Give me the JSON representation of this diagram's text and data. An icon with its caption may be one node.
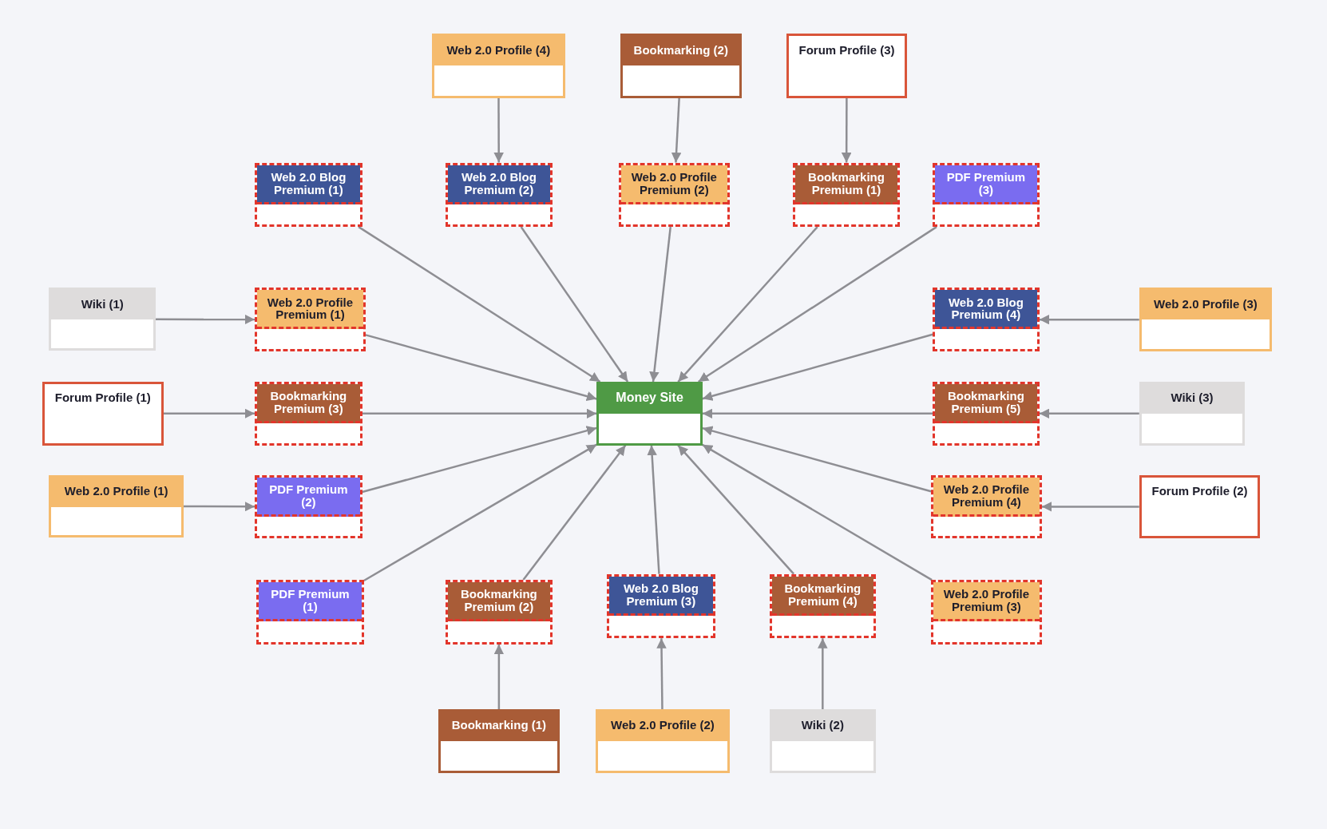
{
  "diagram": {
    "nodes": [
      {
        "text": [
          "Web 2.0 Profile (4)"
        ]
      },
      {
        "text": [
          "Bookmarking (2)"
        ]
      },
      {
        "text": [
          "Forum Profile (3)"
        ]
      },
      {
        "text": [
          "Web 2.0 Blog Premium (1)"
        ]
      },
      {
        "text": [
          "Web 2.0 Blog Premium (2)"
        ]
      },
      {
        "text": [
          "Web 2.0 Profile Premium (2)"
        ]
      },
      {
        "text": [
          "Bookmarking Premium (1)"
        ]
      },
      {
        "text": [
          "PDF Premium (3)"
        ]
      },
      {
        "text": [
          "Wiki (1)"
        ]
      },
      {
        "text": [
          "Web 2.0 Profile Premium (1)"
        ]
      },
      {
        "text": [
          "Web 2.0 Blog Premium (4)"
        ]
      },
      {
        "text": [
          "Web 2.0 Profile (3)"
        ]
      },
      {
        "text": [
          "Forum Profile (1)"
        ]
      },
      {
        "text": [
          "Bookmarking Premium (3)"
        ]
      },
      {
        "text": [
          "Money Site"
        ]
      },
      {
        "text": [
          "Bookmarking Premium (5)"
        ]
      },
      {
        "text": [
          "Wiki (3)"
        ]
      },
      {
        "text": [
          "Web 2.0 Profile (1)"
        ]
      },
      {
        "text": [
          "PDF Premium (2)"
        ]
      },
      {
        "text": [
          "Web 2.0 Profile Premium (4)"
        ]
      },
      {
        "text": [
          "Forum Profile (2)"
        ]
      },
      {
        "text": [
          "PDF Premium (1)"
        ]
      },
      {
        "text": [
          "Bookmarking Premium (2)"
        ]
      },
      {
        "text": [
          "Web 2.0 Blog Premium (3)"
        ]
      },
      {
        "text": [
          "Bookmarking Premium (4)"
        ]
      },
      {
        "text": [
          "Web 2.0 Profile Premium (3)"
        ]
      },
      {
        "text": [
          "Bookmarking (1)"
        ]
      },
      {
        "text": [
          "Web 2.0 Profile (2)"
        ]
      },
      {
        "text": [
          "Wiki (2)"
        ]
      }
    ],
    "edges": [
      {
        "from": 0,
        "to": 4,
        "arrow": "to"
      },
      {
        "from": 1,
        "to": 5,
        "arrow": "to"
      },
      {
        "from": 2,
        "to": 6,
        "arrow": "to"
      },
      {
        "from": 8,
        "to": 9,
        "arrow": "to"
      },
      {
        "from": 12,
        "to": 13,
        "arrow": "to"
      },
      {
        "from": 17,
        "to": 18,
        "arrow": "to"
      },
      {
        "from": 11,
        "to": 10,
        "arrow": "to"
      },
      {
        "from": 16,
        "to": 15,
        "arrow": "to"
      },
      {
        "from": 20,
        "to": 19,
        "arrow": "to"
      },
      {
        "from": 26,
        "to": 22,
        "arrow": "to"
      },
      {
        "from": 27,
        "to": 23,
        "arrow": "to"
      },
      {
        "from": 28,
        "to": 24,
        "arrow": "to"
      },
      {
        "from": 3,
        "to": 14,
        "arrow": "to"
      },
      {
        "from": 4,
        "to": 14,
        "arrow": "to"
      },
      {
        "from": 5,
        "to": 14,
        "arrow": "to"
      },
      {
        "from": 6,
        "to": 14,
        "arrow": "to"
      },
      {
        "from": 7,
        "to": 14,
        "arrow": "to"
      },
      {
        "from": 9,
        "to": 14,
        "arrow": "to"
      },
      {
        "from": 10,
        "to": 14,
        "arrow": "to"
      },
      {
        "from": 13,
        "to": 14,
        "arrow": "to"
      },
      {
        "from": 15,
        "to": 14,
        "arrow": "to"
      },
      {
        "from": 18,
        "to": 14,
        "arrow": "to"
      },
      {
        "from": 19,
        "to": 14,
        "arrow": "to"
      },
      {
        "from": 21,
        "to": 14,
        "arrow": "to"
      },
      {
        "from": 22,
        "to": 14,
        "arrow": "to"
      },
      {
        "from": 23,
        "to": 14,
        "arrow": "to"
      },
      {
        "from": 24,
        "to": 14,
        "arrow": "to"
      },
      {
        "from": 25,
        "to": 14,
        "arrow": "to"
      }
    ]
  }
}
